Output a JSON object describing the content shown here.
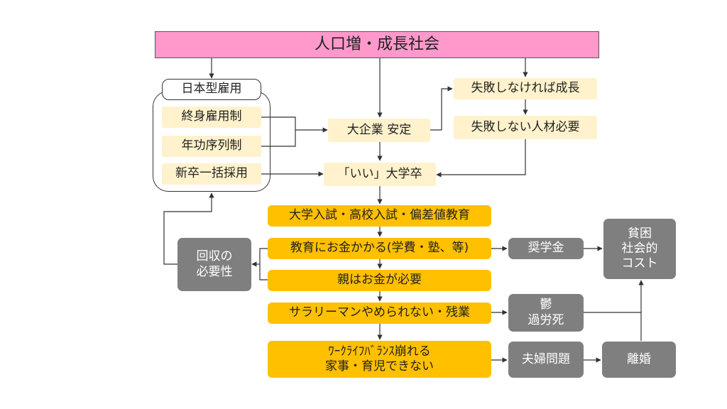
{
  "nodes": {
    "top": "人口増・成長社会",
    "nihon_koyo": "日本型雇用",
    "shushin": "終身雇用制",
    "nenko": "年功序列制",
    "shinsotsu": "新卒一括採用",
    "daikigyo": "大企業 安定",
    "shippai_seicho": "失敗しなければ成長",
    "shippai_jinzai": "失敗しない人材必要",
    "ii_daigaku": "「いい」大学卒",
    "nyushi": "大学入試・高校入試・偏差値教育",
    "kyoiku_okane": "教育にお金かかる(学費・塾、等)",
    "oya_okane": "親はお金が必要",
    "salaryman": "サラリーマンやめられない・残業",
    "wlb": "ﾜｰｸﾗｲﾌﾊﾞﾗﾝｽ崩れる\n家事・育児できない",
    "kaishu": "回収の\n必要性",
    "shogakukin": "奨学金",
    "hinkon": "貧困\n社会的\nコスト",
    "utsu": "鬱\n過労死",
    "fufu": "夫婦問題",
    "rikon": "離婚"
  }
}
